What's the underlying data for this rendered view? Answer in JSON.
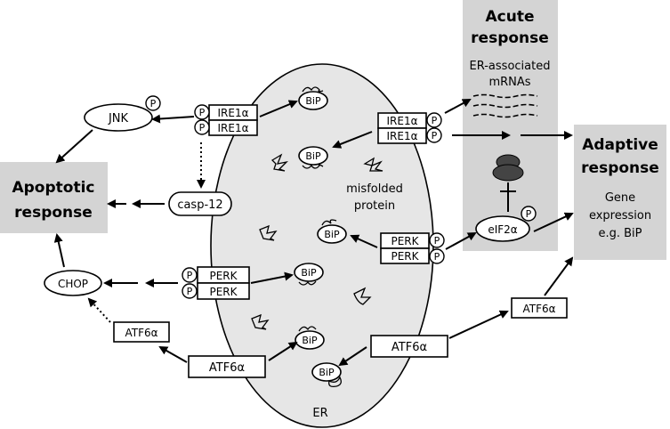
{
  "acute": {
    "title1": "Acute",
    "title2": "response",
    "sub1": "ER-associated",
    "sub2": "mRNAs"
  },
  "adaptive": {
    "title1": "Adaptive",
    "title2": "response",
    "sub1": "Gene",
    "sub2": "expression",
    "sub3": "e.g. BiP"
  },
  "apoptotic": {
    "title1": "Apoptotic",
    "title2": "response"
  },
  "labels": {
    "jnk": "JNK",
    "casp12": "casp-12",
    "chop": "CHOP",
    "eif2a": "eIF2α",
    "ire1a": "IRE1α",
    "perk": "PERK",
    "atf6a": "ATF6α",
    "bip": "BiP",
    "p": "P",
    "misfolded1": "misfolded",
    "misfolded2": "protein",
    "er": "ER"
  },
  "colors": {
    "panel": "#d4d4d4",
    "er": "#e6e6e6"
  }
}
